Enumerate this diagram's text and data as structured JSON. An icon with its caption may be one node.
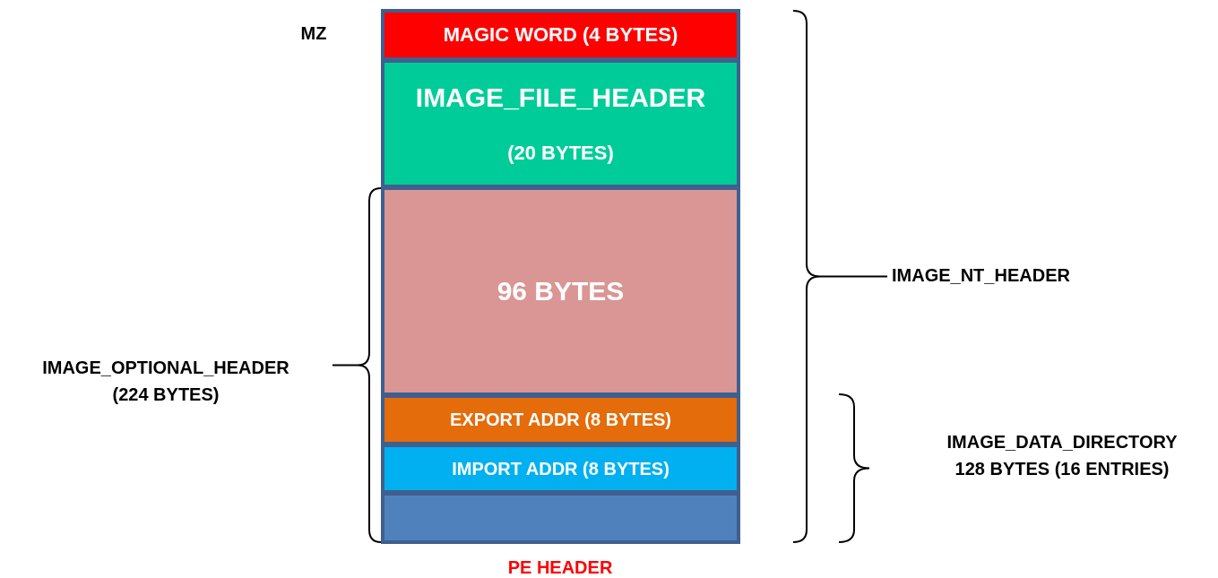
{
  "diagram": {
    "caption": "PE HEADER",
    "nodes": [
      {
        "text": [
          "MAGIC WORD (4 BYTES)"
        ],
        "beside": [
          "MZ"
        ]
      },
      {
        "text": [
          "IMAGE_FILE_HEADER",
          "(20 BYTES)"
        ]
      },
      {
        "text": [
          "96 BYTES"
        ]
      },
      {
        "text": [
          "EXPORT ADDR (8 BYTES)"
        ]
      },
      {
        "text": [
          "IMPORT ADDR (8 BYTES)"
        ]
      },
      {
        "text": [],
        "shape": "box"
      }
    ],
    "labels": [
      "IMAGE_NT_HEADER",
      "IMAGE_OPTIONAL_HEADER (224 BYTES)",
      "IMAGE_DATA_DIRECTORY 128 BYTES (16 ENTRIES)"
    ]
  }
}
